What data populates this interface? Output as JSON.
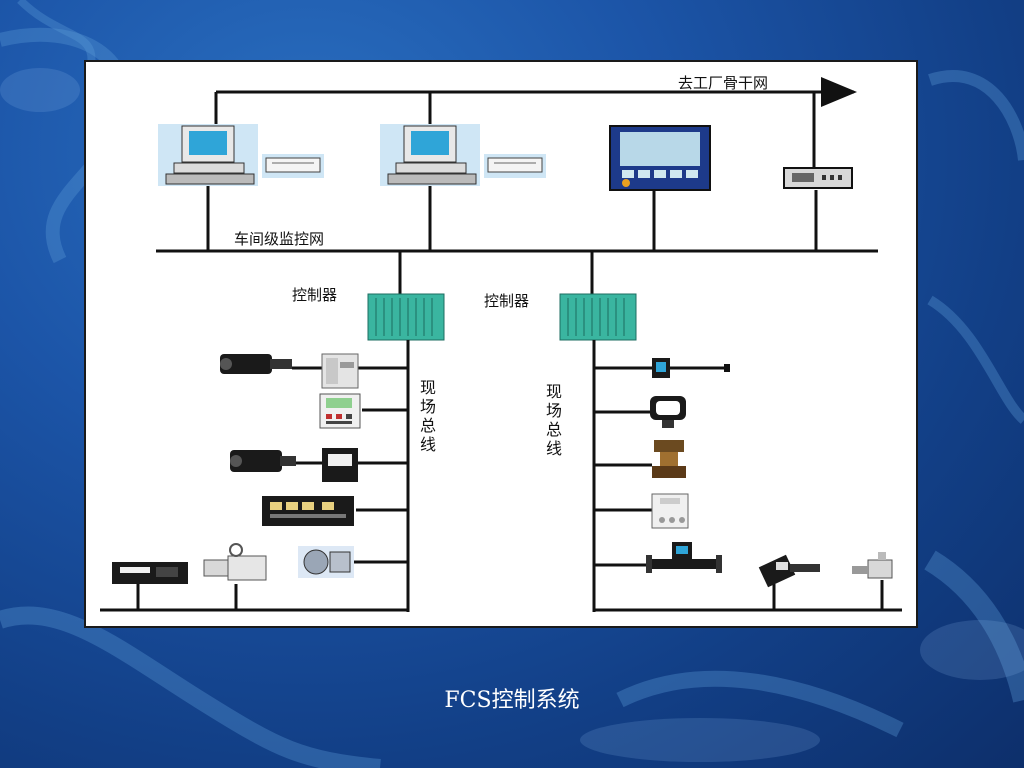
{
  "diagram": {
    "backbone_label": "去工厂骨干网",
    "supervisory_net_label": "车间级监控网",
    "controller_left_label": "控制器",
    "controller_right_label": "控制器",
    "fieldbus_left_label": "现场总线",
    "fieldbus_right_label": "现场总线"
  },
  "caption": "FCS控制系统",
  "colors": {
    "background": "#1c55a8",
    "controller": "#3ab5a0",
    "monitor_screen": "#2fa5d8",
    "line": "#111111"
  }
}
